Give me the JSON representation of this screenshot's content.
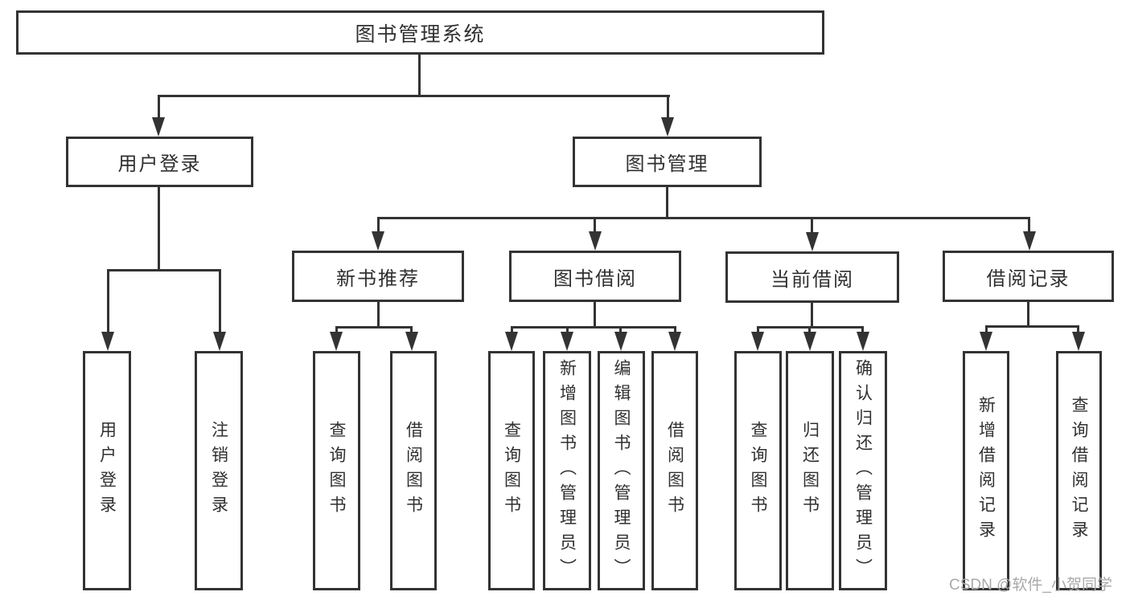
{
  "tree": {
    "label": "图书管理系统",
    "children": [
      {
        "label": "用户登录",
        "children": [
          {
            "label": "用户登录"
          },
          {
            "label": "注销登录"
          }
        ]
      },
      {
        "label": "图书管理",
        "children": [
          {
            "label": "新书推荐",
            "children": [
              {
                "label": "查询图书"
              },
              {
                "label": "借阅图书"
              }
            ]
          },
          {
            "label": "图书借阅",
            "children": [
              {
                "label": "查询图书"
              },
              {
                "label": "新增图书（管理员）"
              },
              {
                "label": "编辑图书（管理员）"
              },
              {
                "label": "借阅图书"
              }
            ]
          },
          {
            "label": "当前借阅",
            "children": [
              {
                "label": "查询图书"
              },
              {
                "label": "归还图书"
              },
              {
                "label": "确认归还（管理员）"
              }
            ]
          },
          {
            "label": "借阅记录",
            "children": [
              {
                "label": "新增借阅记录"
              },
              {
                "label": "查询借阅记录"
              }
            ]
          }
        ]
      }
    ]
  },
  "watermark": {
    "text": "CSDN @软件_小贺同学"
  },
  "colors": {
    "line": "#333333",
    "text": "#303030",
    "watermark": "#a9a9a9",
    "background": "#ffffff"
  }
}
